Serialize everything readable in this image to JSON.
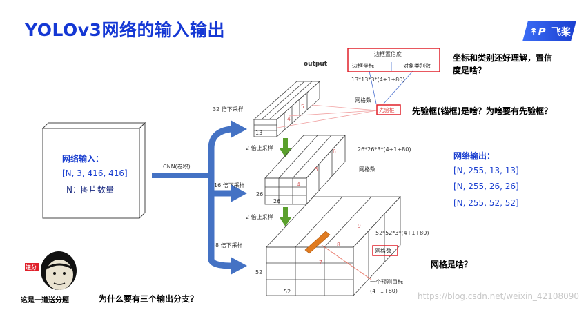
{
  "slide": {
    "title": "YOLOv3网络的输入输出",
    "logo_text": "飞桨"
  },
  "diagram": {
    "output_label": "output",
    "top_box": {
      "line1": "边框置信度",
      "left": "边框坐标",
      "right": "对象类别数"
    },
    "formula_13": "13*13*3*(4+1+80)",
    "grid_13": "网格数",
    "anchor_label": "先验框",
    "down32": "32 倍下采样",
    "up2_a": "2 倍上采样",
    "down16": "16 倍下采样",
    "up2_b": "2 倍上采样",
    "down8": "8 倍下采样",
    "cnn": "CNN(卷积)",
    "formula_26": "26*26*3*(4+1+80)",
    "grid_26": "网格数",
    "formula_52": "52*52*3*(4+1+80)",
    "grid_52": "网格数",
    "predict_target": "一个预测目标",
    "predict_formula": "(4+1+80)",
    "dim_13": "13",
    "dim_26a": "26",
    "dim_26b": "26",
    "dim_52a": "52",
    "dim_52b": "52",
    "cube_nums": [
      "5",
      "4",
      "6",
      "5",
      "4",
      "9",
      "8",
      "7"
    ]
  },
  "input_box": {
    "title": "网络输入：",
    "shape": "[N, 3, 416, 416]",
    "note": "N：图片数量"
  },
  "output_info": {
    "title": "网络输出：",
    "shapes": [
      "[N, 255, 13, 13]",
      "[N, 255, 26, 26]",
      "[N, 255, 52, 52]"
    ]
  },
  "questions": {
    "q1_line1": "坐标和类别还好理解，置信",
    "q1_line2": "度是啥？",
    "q2": "先验框(锚框)是啥？为啥要有先验框？",
    "q3": "网格是啥？",
    "q4": "为什么要有三个输出分支？"
  },
  "meme": {
    "badge": "送分",
    "caption": "这是一道送分题"
  },
  "watermark": "https://blog.csdn.net/weixin_42108090",
  "colors": {
    "title_blue": "#1538d4",
    "text_blue": "#1a3fd0",
    "arrow_blue": "#4472c4",
    "green": "#5aa02c",
    "red": "#e0202a",
    "pink": "#f0a0a0",
    "orange": "#e07b20"
  }
}
